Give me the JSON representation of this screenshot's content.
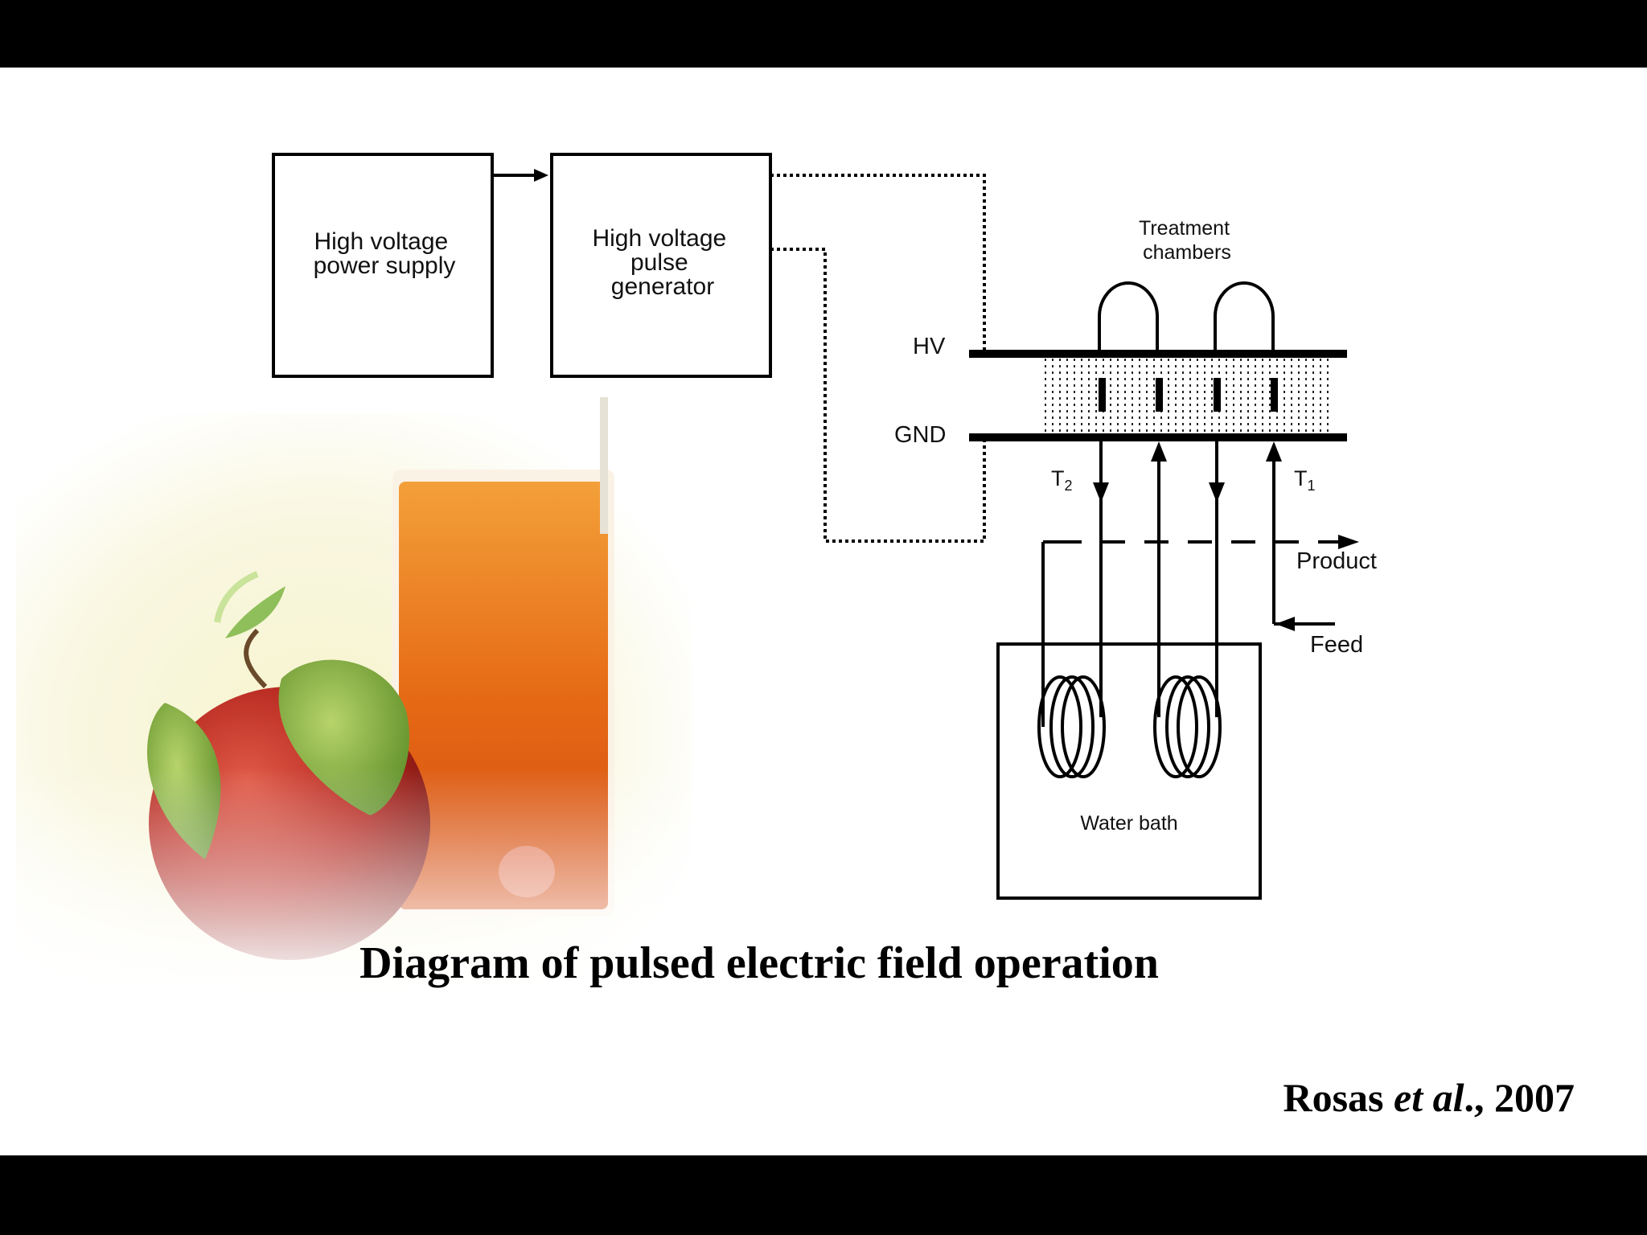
{
  "diagram": {
    "power_supply_label": [
      "High voltage",
      "power supply"
    ],
    "pulse_generator_label": [
      "High voltage",
      "pulse",
      "generator"
    ],
    "treatment_chambers_label": [
      "Treatment",
      "chambers"
    ],
    "hv_label": "HV",
    "gnd_label": "GND",
    "t2_label": "T",
    "t2_sub": "2",
    "t1_label": "T",
    "t1_sub": "1",
    "product_label": "Product",
    "feed_label": "Feed",
    "water_bath_label": "Water bath"
  },
  "caption": "Diagram of pulsed electric field operation",
  "citation": {
    "author": "Rosas",
    "etal": "et al",
    "suffix": "., 2007"
  },
  "colors": {
    "background": "#ffffff",
    "border": "#000000",
    "juice": "#e8701c",
    "apple": "#b52a1e",
    "leaf": "#7fae3a"
  },
  "icons": [
    "apple-image",
    "juice-glass-image"
  ]
}
